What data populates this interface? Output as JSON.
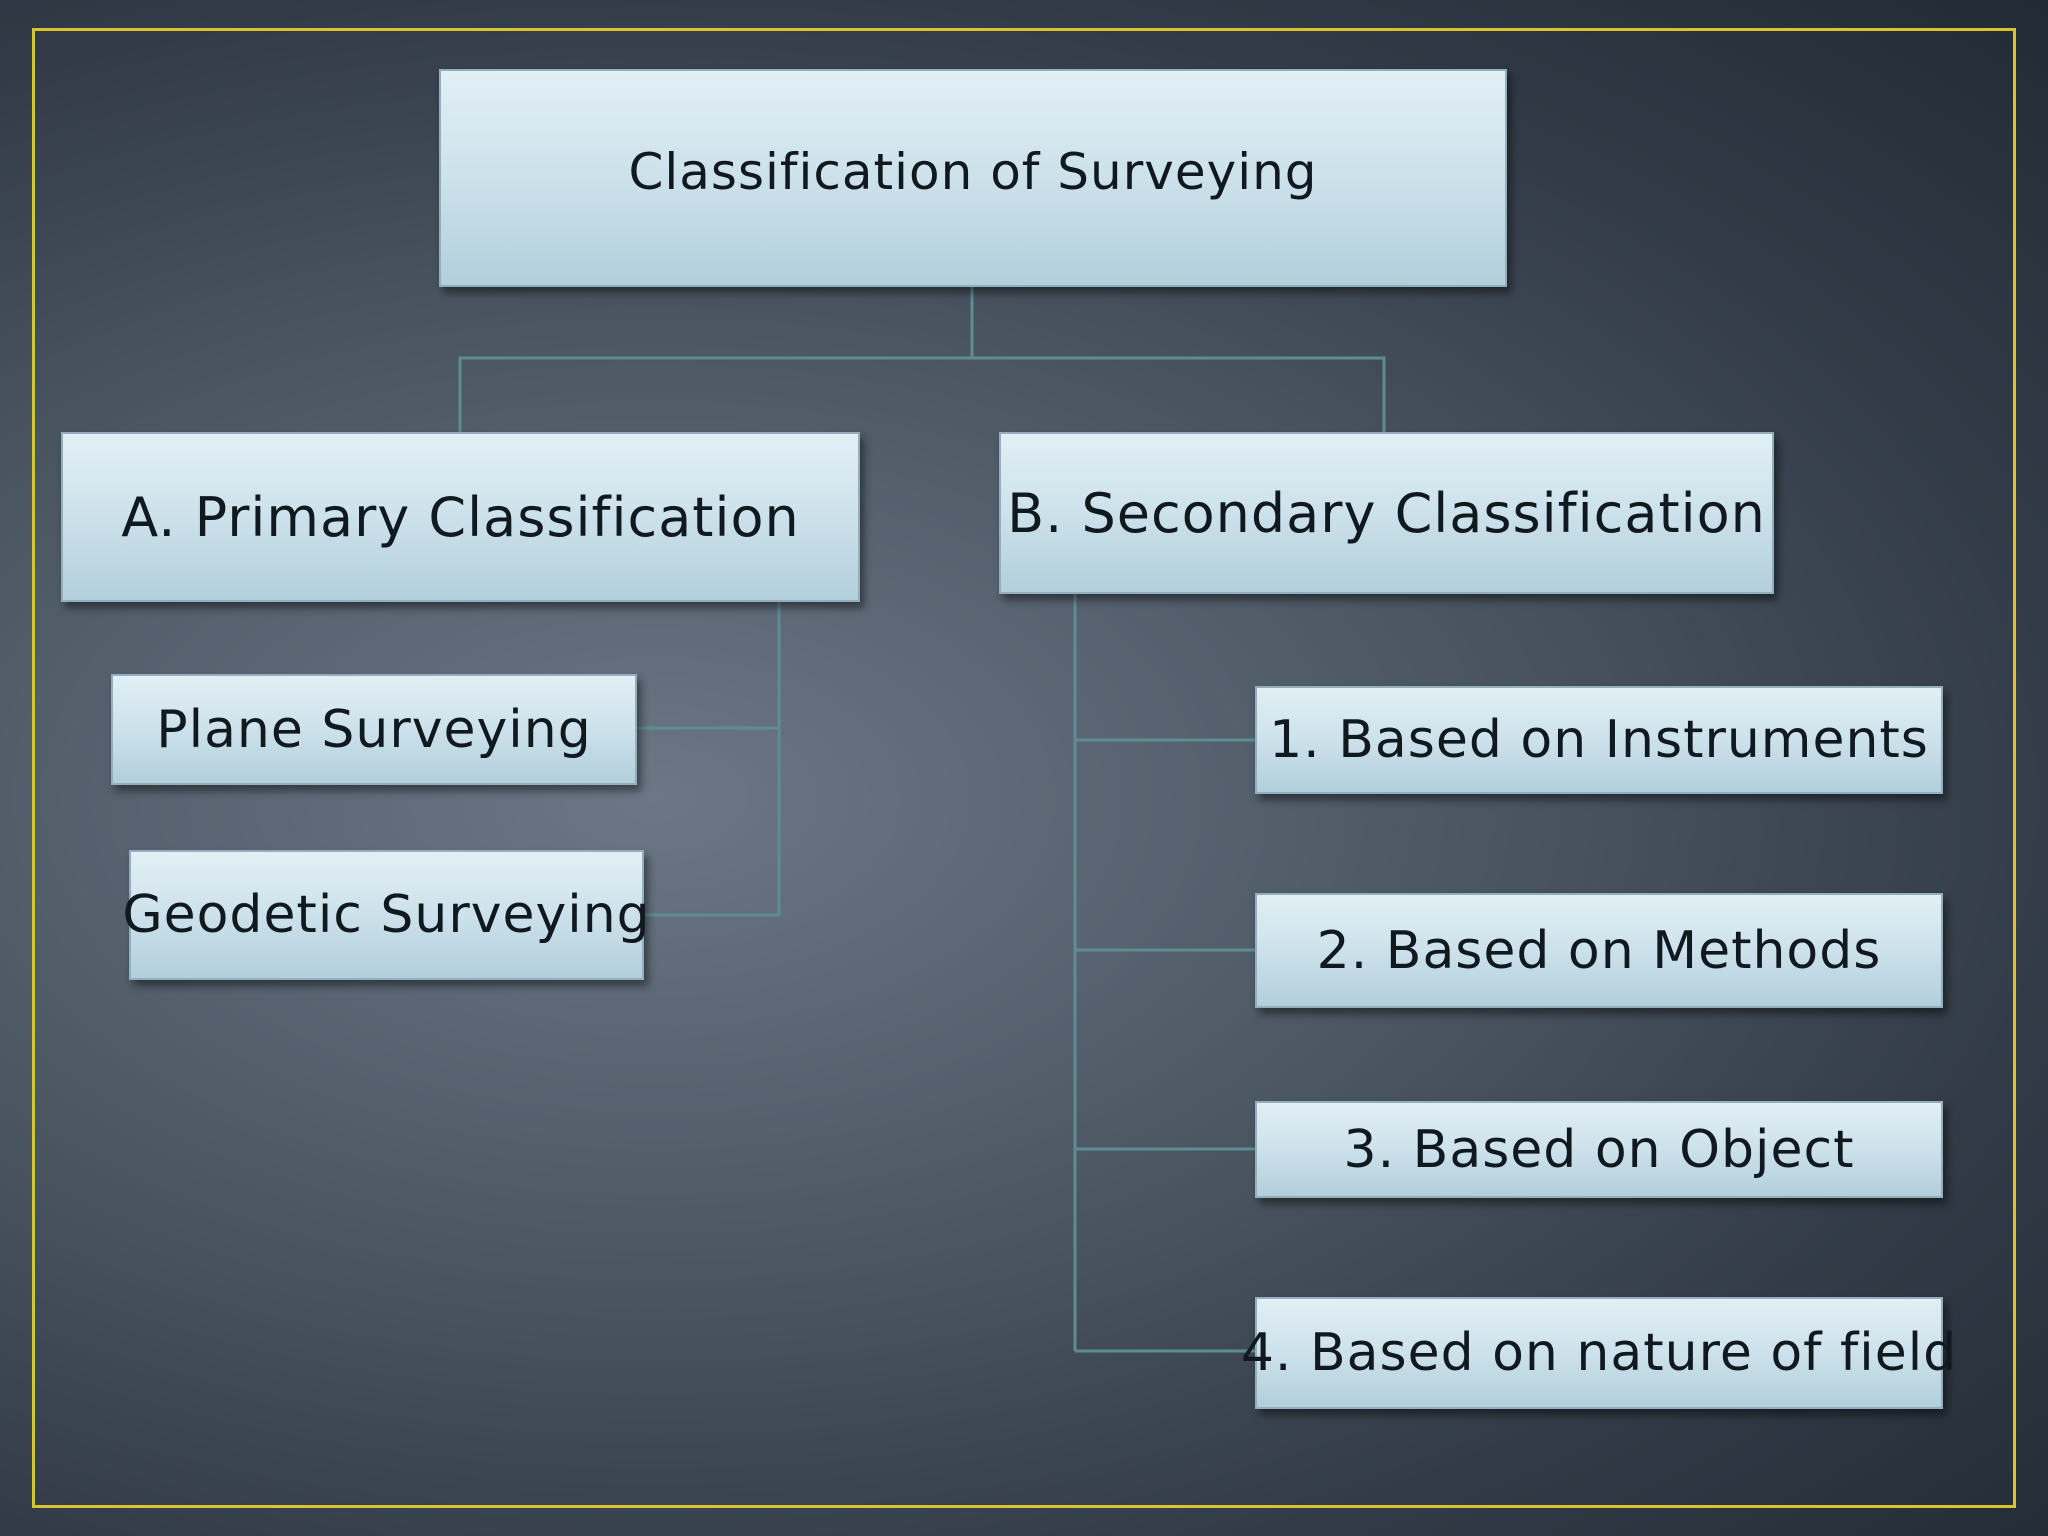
{
  "diagram": {
    "root": {
      "label": "Classification of Surveying"
    },
    "primary": {
      "label": "A. Primary Classification",
      "children": [
        "Plane Surveying",
        "Geodetic Surveying"
      ]
    },
    "secondary": {
      "label": "B. Secondary Classification",
      "children": [
        "1. Based on Instruments",
        "2. Based on Methods",
        "3. Based on Object",
        "4. Based on nature of field"
      ]
    }
  },
  "colors": {
    "frame_border": "#d6c52f",
    "connector": "#5f8c93",
    "node_fill_top": "#e2eff5",
    "node_fill_bottom": "#b2cfdc",
    "text": "#101820"
  }
}
